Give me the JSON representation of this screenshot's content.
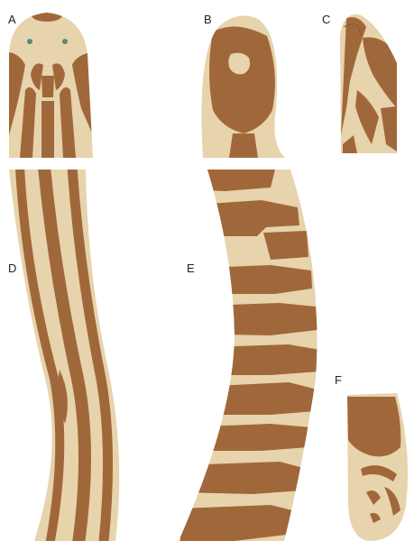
{
  "colors": {
    "light": "#e7d3ac",
    "dark": "#a0683a",
    "background": "#ffffff"
  },
  "panels": {
    "a": "A",
    "b": "B",
    "c": "C",
    "d": "D",
    "e": "E",
    "f": "F"
  }
}
